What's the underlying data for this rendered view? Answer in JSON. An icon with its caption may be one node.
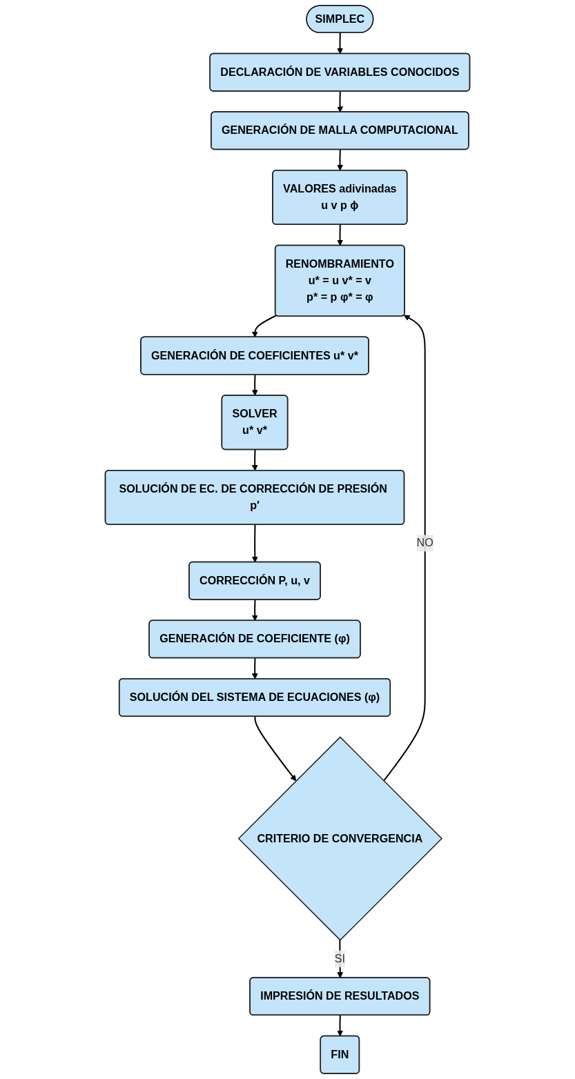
{
  "diagram": {
    "nodes": [
      {
        "text": [
          "SIMPLEC"
        ]
      },
      {
        "text": [
          "DECLARACIÓN DE VARIABLES CONOCIDOS"
        ]
      },
      {
        "text": [
          "GENERACIÓN DE MALLA COMPUTACIONAL"
        ]
      },
      {
        "text": [
          "VALORES adivinadas",
          "u v p ϕ"
        ]
      },
      {
        "text": [
          "RENOMBRAMIENTO",
          "u* = u v* = v",
          "p* = p φ* = φ"
        ]
      },
      {
        "text": [
          "GENERACIÓN DE COEFICIENTES u* v*"
        ]
      },
      {
        "text": [
          "SOLVER",
          "u* v*"
        ]
      },
      {
        "text": [
          "SOLUCIÓN DE EC. DE CORRECCIÓN DE PRESIÓN p′"
        ]
      },
      {
        "text": [
          "CORRECCIÓN P, u, v"
        ]
      },
      {
        "text": [
          "GENERACIÓN DE COEFICIENTE (φ)"
        ]
      },
      {
        "text": [
          "SOLUCIÓN DEL SISTEMA DE ECUACIONES (φ)"
        ]
      },
      {
        "text": [
          "CRITERIO DE CONVERGENCIA"
        ]
      },
      {
        "text": [
          "IMPRESIÓN DE RESULTADOS"
        ]
      },
      {
        "text": [
          "FIN"
        ]
      }
    ],
    "edges": [
      {
        "from": 0,
        "to": 1,
        "arrow": "to"
      },
      {
        "from": 1,
        "to": 2,
        "arrow": "to"
      },
      {
        "from": 2,
        "to": 3,
        "arrow": "to"
      },
      {
        "from": 3,
        "to": 4,
        "arrow": "to"
      },
      {
        "from": 4,
        "to": 5,
        "arrow": "to"
      },
      {
        "from": 5,
        "to": 6,
        "arrow": "to"
      },
      {
        "from": 6,
        "to": 7,
        "arrow": "to"
      },
      {
        "from": 7,
        "to": 8,
        "arrow": "to"
      },
      {
        "from": 8,
        "to": 9,
        "arrow": "to"
      },
      {
        "from": 9,
        "to": 10,
        "arrow": "to"
      },
      {
        "from": 10,
        "to": 11,
        "arrow": "to"
      },
      {
        "from": 11,
        "to": 4,
        "label": "NO",
        "arrow": "to"
      },
      {
        "from": 11,
        "to": 12,
        "label": "SI",
        "arrow": "to"
      },
      {
        "from": 12,
        "to": 13,
        "arrow": "to"
      }
    ]
  }
}
